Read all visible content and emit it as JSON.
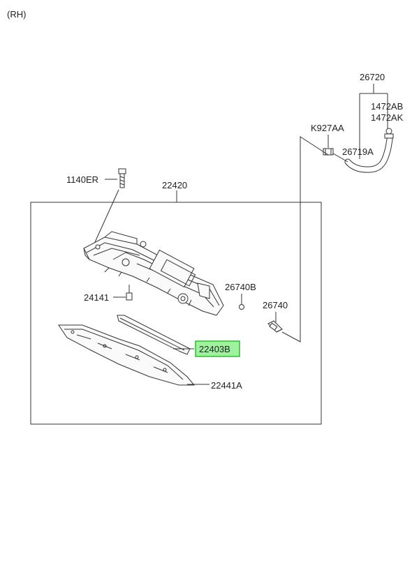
{
  "diagram": {
    "side_label": "(RH)",
    "labels": {
      "p26720": "26720",
      "p1472AB": "1472AB",
      "p1472AK": "1472AK",
      "pK927AA": "K927AA",
      "p26719A": "26719A",
      "p1140ER": "1140ER",
      "p22420": "22420",
      "p24141": "24141",
      "p26740B": "26740B",
      "p26740": "26740",
      "p22403B": "22403B",
      "p22441A": "22441A"
    },
    "highlighted_part": "22403B",
    "highlight_color": "#9ef29e",
    "highlight_border_color": "#2fbf2f"
  }
}
